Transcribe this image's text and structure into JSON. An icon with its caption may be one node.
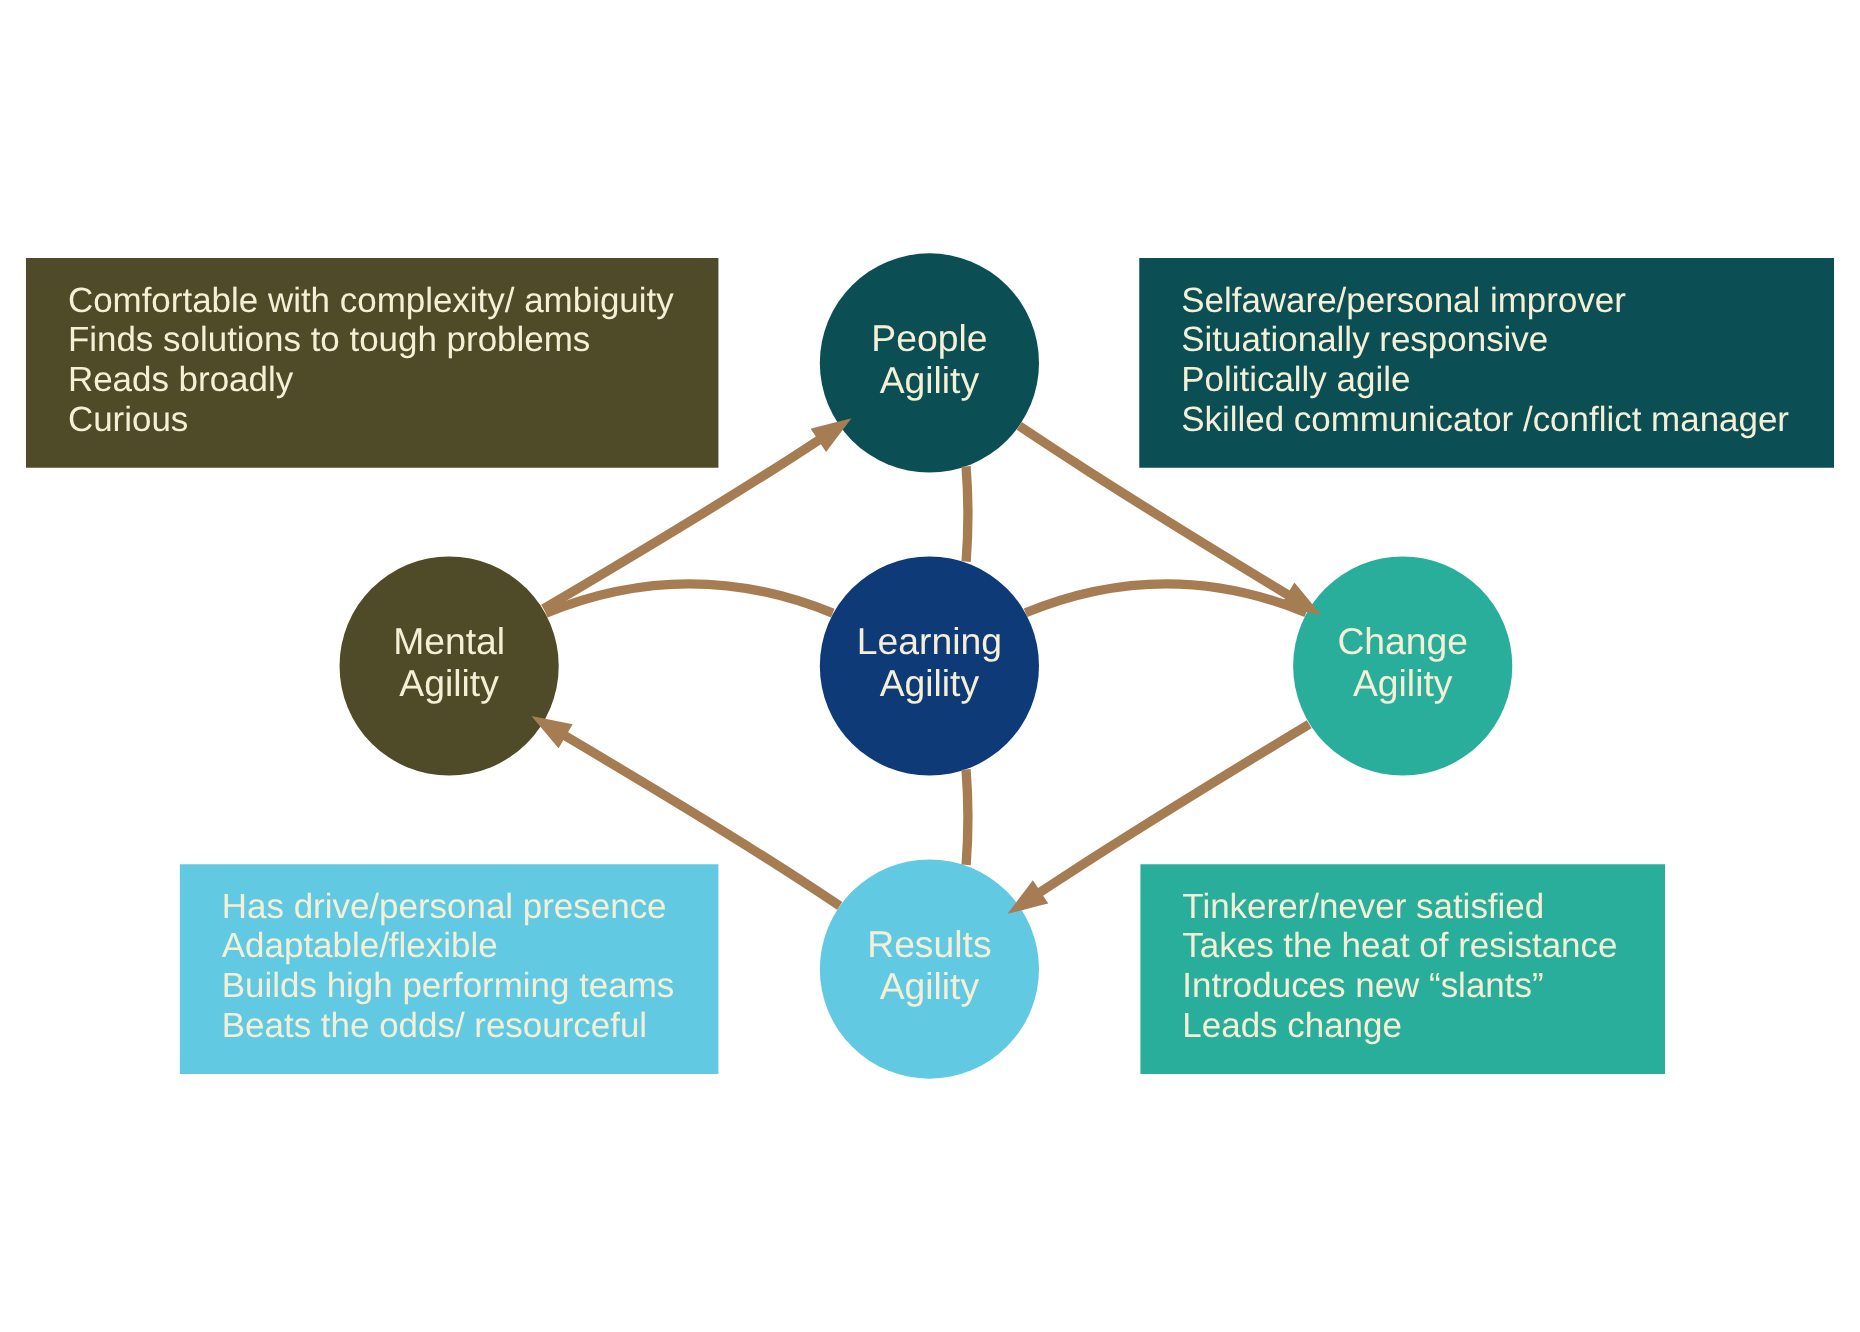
{
  "diagram": {
    "nodes": [
      {
        "text": [
          "Comfortable with complexity/ ambiguity",
          "Finds solutions to tough problems",
          "Reads broadly",
          "Curious"
        ]
      },
      {
        "text": [
          "Selfaware/personal improver",
          "Situationally responsive",
          "Politically agile",
          "Skilled communicator /conflict manager"
        ]
      },
      {
        "text": [
          "People Agility"
        ]
      },
      {
        "text": [
          "Mental Agility"
        ]
      },
      {
        "text": [
          "Learning Agility"
        ]
      },
      {
        "text": [
          "Change Agility"
        ]
      },
      {
        "text": [
          "Results Agility"
        ]
      },
      {
        "text": [
          "Has drive/personal presence",
          "Adaptable/flexible",
          "Builds high performing teams",
          "Beats the odds/ resourceful"
        ]
      },
      {
        "text": [
          "Tinkerer/never satisfied",
          "Takes the heat of resistance",
          " Introduces new “slants”",
          " Leads change"
        ]
      }
    ],
    "edges": [
      {
        "from": 4,
        "to": 2,
        "arrow": "none"
      },
      {
        "from": 4,
        "to": 3,
        "arrow": "none"
      },
      {
        "from": 4,
        "to": 5,
        "arrow": "none"
      },
      {
        "from": 4,
        "to": 6,
        "arrow": "none"
      },
      {
        "from": 2,
        "to": 5,
        "arrow": "to"
      },
      {
        "from": 5,
        "to": 6,
        "arrow": "to"
      },
      {
        "from": 6,
        "to": 3,
        "arrow": "to"
      },
      {
        "from": 3,
        "to": 2,
        "arrow": "to"
      }
    ]
  }
}
